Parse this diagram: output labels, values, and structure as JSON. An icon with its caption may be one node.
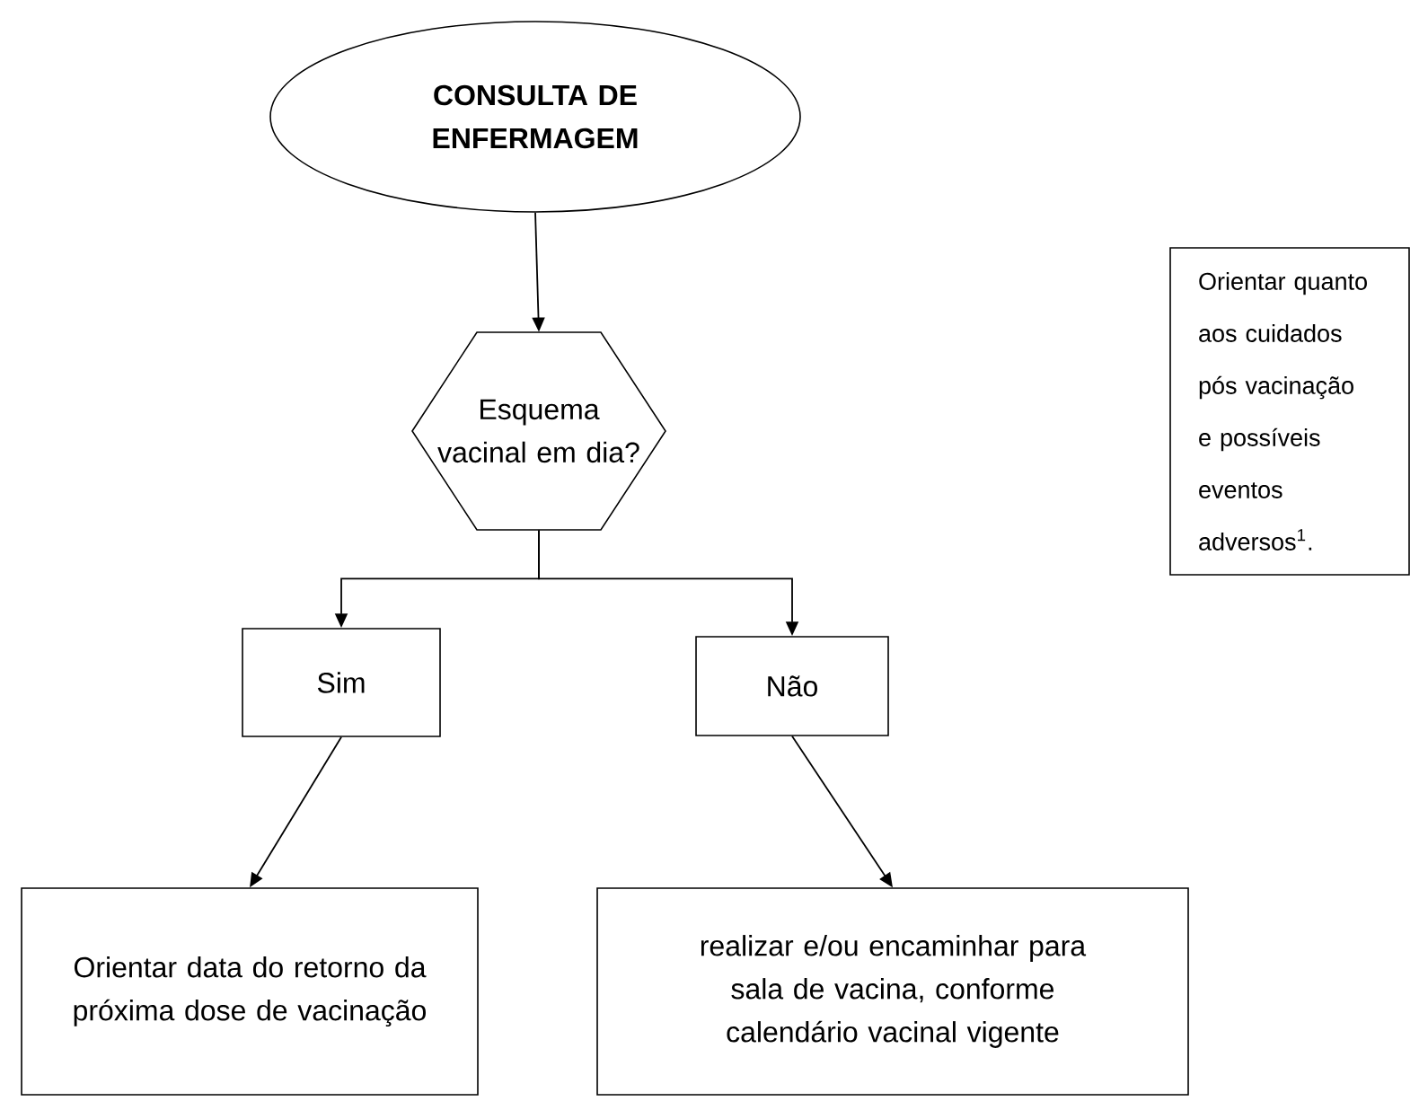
{
  "diagram": {
    "nodes": [
      {
        "text": [
          "CONSULTA DE ENFERMAGEM"
        ]
      },
      {
        "text": [
          "Esquema vacinal em dia?"
        ]
      },
      {
        "text": [
          "Sim"
        ]
      },
      {
        "text": [
          "Não"
        ]
      },
      {
        "text": [
          "Orientar data do retorno da próxima dose de vacinação"
        ]
      },
      {
        "text": [
          "realizar e/ou encaminhar para sala de vacina, conforme calendário vacinal vigente"
        ]
      },
      {
        "text": [
          "Orientar quanto aos cuidados pós vacinação e possíveis eventos adversos$^{1}$."
        ]
      }
    ],
    "edges": [
      {
        "from": 0,
        "to": 1,
        "arrow": "to"
      },
      {
        "from": 1,
        "to": 2,
        "arrow": "to"
      },
      {
        "from": 1,
        "to": 3,
        "arrow": "to"
      },
      {
        "from": 2,
        "to": 4,
        "arrow": "to"
      },
      {
        "from": 3,
        "to": 5,
        "arrow": "to"
      }
    ]
  }
}
